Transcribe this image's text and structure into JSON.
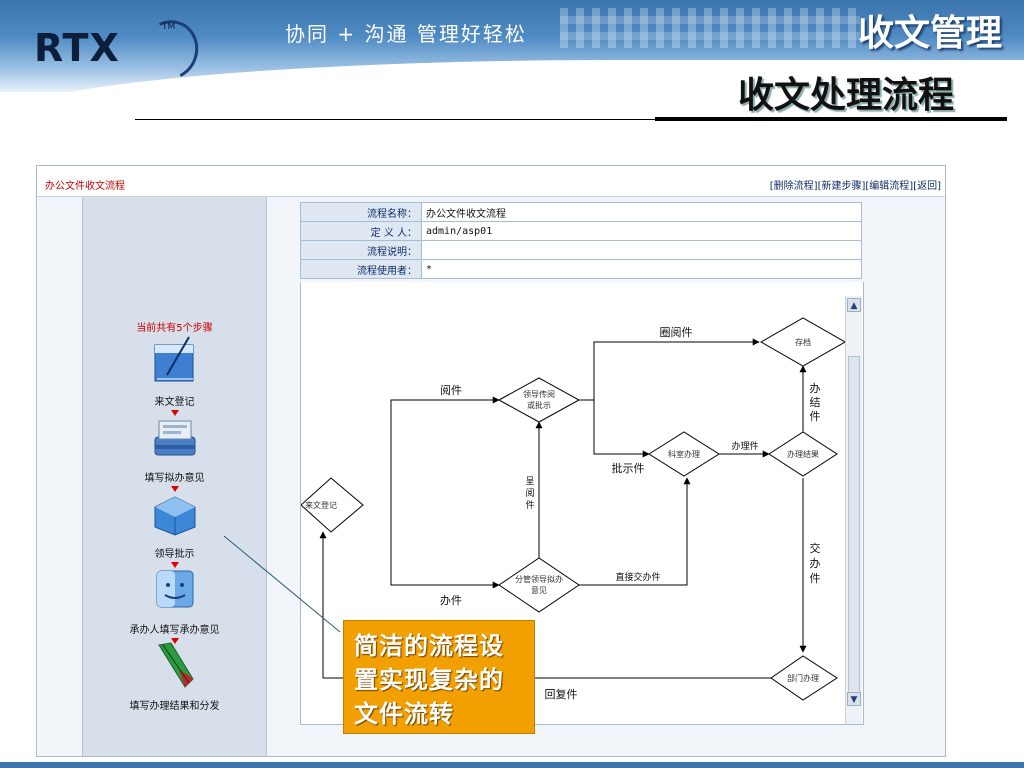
{
  "header": {
    "logo": "RTX",
    "tm": "TM",
    "slogan": "协同 + 沟通  管理好轻松",
    "title": "收文管理",
    "subtitle": "收文处理流程"
  },
  "app": {
    "title": "办公文件收文流程",
    "links": [
      "[删除流程]",
      "[新建步骤]",
      "[编辑流程]",
      "[返回]"
    ]
  },
  "sidebar": {
    "step_count": "当前共有5个步骤",
    "steps": [
      {
        "label": "来文登记",
        "icon": "book-icon"
      },
      {
        "label": "填写拟办意见",
        "icon": "inbox-tray-icon"
      },
      {
        "label": "领导批示",
        "icon": "binder-icon"
      },
      {
        "label": "承办人填写承办意见",
        "icon": "finder-icon"
      },
      {
        "label": "填写办理结果和分发",
        "icon": "pen-icon"
      }
    ]
  },
  "info": {
    "rows": [
      {
        "key": "流程名称：",
        "value": "办公文件收文流程"
      },
      {
        "key": "定 义 人：",
        "value": "admin/asp01"
      },
      {
        "key": "流程说明：",
        "value": ""
      },
      {
        "key": "流程使用者：",
        "value": "*"
      }
    ]
  },
  "flow": {
    "nodes": {
      "start": "来文登记",
      "leader": [
        "领导传阅",
        "或批示"
      ],
      "deputy": [
        "分管领导拟办",
        "意见"
      ],
      "office": "科室办理",
      "result": "办理结果",
      "archive": "存档",
      "dept": "部门办理"
    },
    "edges": {
      "read": "阅件",
      "handle": "办件",
      "circulate": "圈阅件",
      "instruction": "批示件",
      "submit": [
        "呈",
        "阅",
        "件"
      ],
      "direct": "直接交办件",
      "done": "办理件",
      "finish": [
        "办",
        "结",
        "件"
      ],
      "assign": [
        "交",
        "办",
        "件"
      ],
      "reply": "回复件"
    }
  },
  "callout": {
    "lines": [
      "简洁的流程设",
      "置实现复杂的",
      "文件流转"
    ]
  },
  "colors": {
    "accent": "#f2a000",
    "banner": "#3c74ad",
    "link": "#0d2c6a",
    "alert": "#cc0000"
  }
}
